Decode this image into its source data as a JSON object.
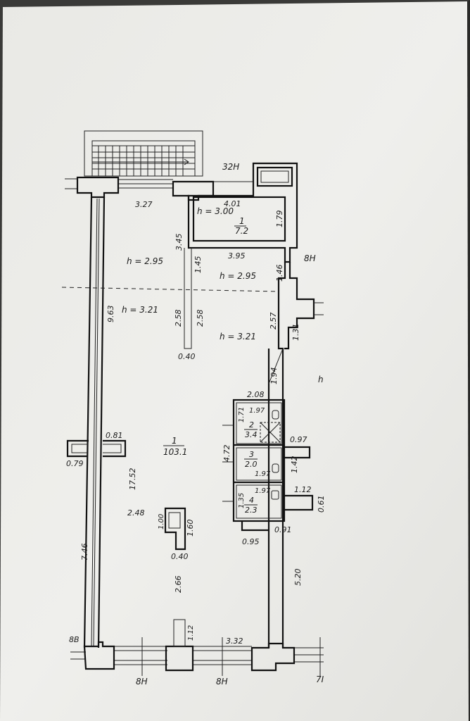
{
  "labels": {
    "axis_32n": "32Н",
    "axis_8n_right": "8Н",
    "axis_8n_b1": "8Н",
    "axis_8n_b2": "8Н",
    "axis_8b": "8В",
    "axis_7i": "7I",
    "h_300": "h = 3.00",
    "h_295_left": "h = 2.95",
    "h_295_mid": "h = 2.95",
    "h_321_left": "h = 3.21",
    "h_321_mid": "h = 3.21",
    "h_right": "h",
    "room1_num": "1",
    "room1_area": "103.1",
    "room_top_num": "1",
    "room_top_area": "7.2",
    "room2_num": "2",
    "room2_area": "3.4",
    "room3_num": "3",
    "room3_area": "2.0",
    "room4_num": "4",
    "room4_area": "2.3",
    "d_327": "3.27",
    "d_401": "4.01",
    "d_179": "1.79",
    "d_345": "3.45",
    "d_395": "3.95",
    "d_145": "1.45",
    "d_146": "1.46",
    "d_963": "9.63",
    "d_258a": "2.58",
    "d_258b": "2.58",
    "d_257": "2.57",
    "d_131": "1.31",
    "d_040a": "0.40",
    "d_194": "1.94",
    "d_208": "2.08",
    "d_197a": "1.97",
    "d_171": "1.71",
    "d_081": "0.81",
    "d_097": "0.97",
    "d_079": "0.79",
    "d_472": "4.72",
    "d_142": "1.42",
    "d_197b": "1.97",
    "d_197c": "1.97",
    "d_1752": "17.52",
    "d_112a": "1.12",
    "d_061": "0.61",
    "d_135": "1.35",
    "d_248": "2.48",
    "d_100": "1.00",
    "d_160": "1.60",
    "d_091": "0.91",
    "d_095": "0.95",
    "d_040b": "0.40",
    "d_746": "7.46",
    "d_520": "5.20",
    "d_266": "2.66",
    "d_112b": "1.12",
    "d_332": "3.32"
  }
}
